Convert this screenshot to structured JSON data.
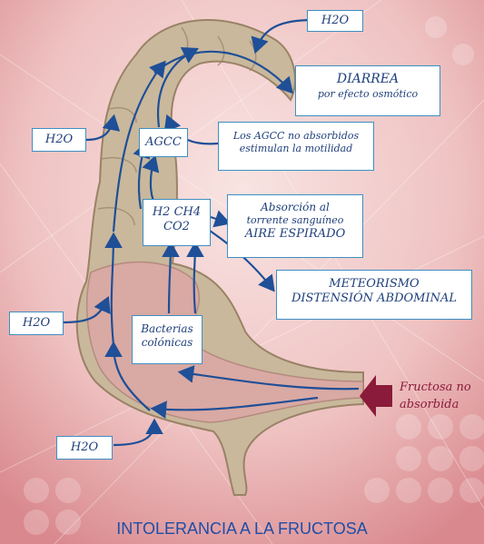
{
  "labels": {
    "h2o_top": "H2O",
    "h2o_left_upper": "H2O",
    "h2o_left_mid": "H2O",
    "h2o_bottom": "H2O",
    "agcc": "AGCC",
    "diarrea_line1": "DIARREA",
    "diarrea_line2": "por efecto osmótico",
    "agcc_note_line1": "Los AGCC no absorbidos",
    "agcc_note_line2": "estimulan la motilidad",
    "gases_line1": "H2 CH4",
    "gases_line2": "CO2",
    "absorcion_line1": "Absorción al",
    "absorcion_line2": "torrente sanguíneo",
    "absorcion_line3": "AIRE ESPIRADO",
    "meteorismo_line1": "METEORISMO",
    "meteorismo_line2": "DISTENSIÓN ABDOMINAL",
    "bacterias_line1": "Bacterias",
    "bacterias_line2": "colónicas",
    "fructosa_line1": "Fructosa no",
    "fructosa_line2": "absorbida"
  },
  "caption": "INTOLERANCIA A LA FRUCTOSA",
  "colors": {
    "background": "#f1c6c6",
    "colon": "#c9b89c",
    "colon_inner": "#dcc09f",
    "arrow": "#1f4f97",
    "box_border": "#3f8fc2",
    "fructosa_arrow": "#8a1b3a",
    "caption": "#1e4ea8"
  }
}
